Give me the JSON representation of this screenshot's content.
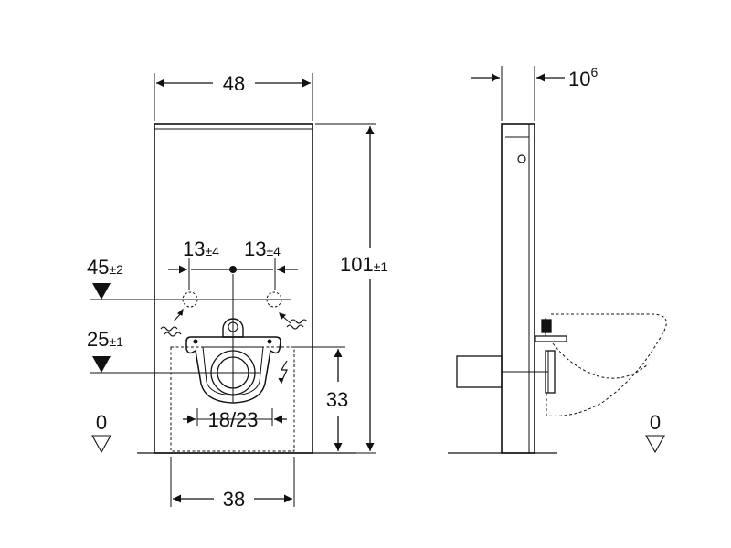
{
  "front_view": {
    "width": {
      "value": "48"
    },
    "height": {
      "value": "101",
      "tolerance": "±1"
    },
    "flush_pipe_offset_left": {
      "value": "13",
      "tolerance": "±4"
    },
    "flush_pipe_offset_right": {
      "value": "13",
      "tolerance": "±4"
    },
    "supply_height": {
      "value": "45",
      "tolerance": "±2"
    },
    "drain_height": {
      "value": "25",
      "tolerance": "±1"
    },
    "bolt_spacing": {
      "value": "18/23"
    },
    "bolt_height": {
      "value": "33"
    },
    "base_width": {
      "value": "38"
    },
    "floor_level": {
      "value": "0"
    }
  },
  "side_view": {
    "depth": {
      "value": "10",
      "superscript": "6"
    },
    "floor_level": {
      "value": "0"
    }
  }
}
